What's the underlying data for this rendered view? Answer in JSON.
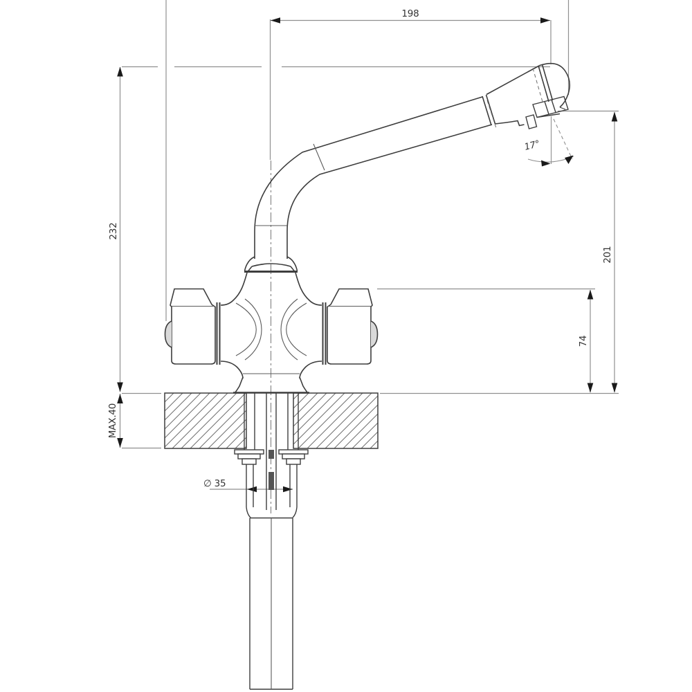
{
  "drawing": {
    "type": "technical-dimension-drawing",
    "subject": "kitchen mixer tap with swivel spout, side elevation mounted through countertop",
    "units": "mm",
    "dimensions": {
      "spout_reach": {
        "label": "198",
        "meaning": "horizontal distance from body axis to outlet"
      },
      "total_height": {
        "label": "232",
        "meaning": "overall height above counter"
      },
      "outlet_height": {
        "label": "201",
        "meaning": "outlet height above counter"
      },
      "body_height": {
        "label": "74",
        "meaning": "handle/body height above counter"
      },
      "max_counter_thickness": {
        "label": "MAX.40",
        "meaning": "maximum countertop thickness"
      },
      "hole_diameter": {
        "label": "∅ 35",
        "meaning": "mounting hole diameter"
      },
      "outlet_angle": {
        "label": "17°",
        "meaning": "outlet stream angle from vertical"
      }
    },
    "colors": {
      "object_line": "#3d3d3d",
      "dimension_line": "#8f8f8f",
      "hatch_line": "#6e6e6e",
      "arrow_fill": "#1a1a1a",
      "text": "#333333",
      "background": "#ffffff"
    }
  }
}
